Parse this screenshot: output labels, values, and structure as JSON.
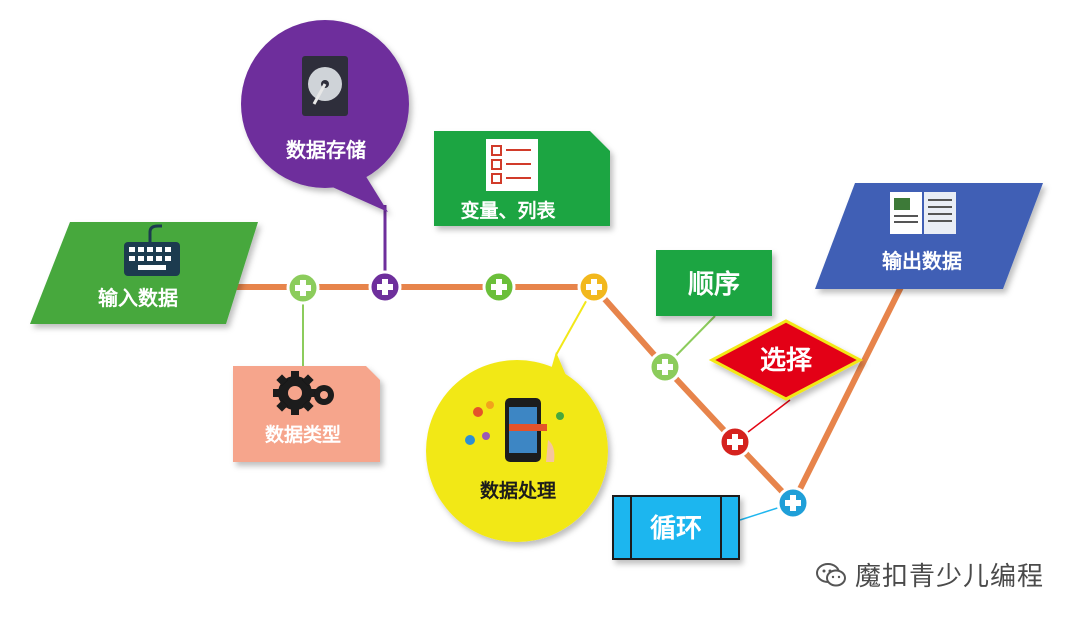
{
  "nodes": {
    "input": "输入数据",
    "storage": "数据存储",
    "vars": "变量、列表",
    "types": "数据类型",
    "processing": "数据处理",
    "sequence": "顺序",
    "choice": "选择",
    "loop": "循环",
    "output": "输出数据"
  },
  "watermark": {
    "text": "魔扣青少儿编程"
  },
  "colors": {
    "line": "#e7844b",
    "green_card": "#46a83d",
    "purple": "#6e2f9c",
    "yellow": "#f2e819",
    "salmon": "#f6a58c",
    "red": "#e30513",
    "cyan": "#1fb6ef",
    "blue": "#3f5fb5",
    "light_green": "#8ccc5c",
    "plus_green": "#6bbf3a",
    "plus_yellow": "#f2b81d",
    "plus_red": "#d5221e",
    "plus_blue": "#1f9fd8"
  }
}
